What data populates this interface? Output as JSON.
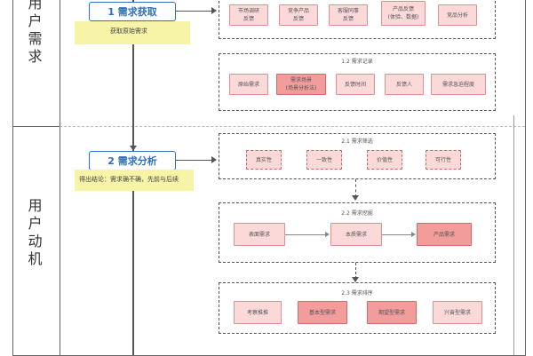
{
  "lanes": [
    {
      "label": "用户需求"
    },
    {
      "label": "用户动机"
    }
  ],
  "steps": [
    {
      "label": "1 需求获取",
      "note": "获取原始需求"
    },
    {
      "label": "2 需求分析",
      "note": "得出结论：需求确不确，先前与后续"
    }
  ],
  "groups": {
    "g11": {
      "title": "",
      "items": [
        "市场调研\n反馈",
        "竞争产品\n反馈",
        "客服同事\n反馈",
        "产品反馈\n(体验、数据)",
        "竞品分析"
      ]
    },
    "g12": {
      "title": "1.2 需求记录",
      "items": [
        "原始需求",
        "需求场景\n(场景分析法)",
        "反馈时间",
        "反馈人",
        "需求急迫程度"
      ]
    },
    "g21": {
      "title": "2.1 需求筛选",
      "items": [
        "真实性",
        "一致性",
        "价值性",
        "可行性"
      ]
    },
    "g22": {
      "title": "2.2 需求挖掘",
      "items": [
        "表面需求",
        "本质需求",
        "产品需求"
      ]
    },
    "g23": {
      "title": "2.3 需求排序",
      "items": [
        "考察推推",
        "基本型需求",
        "期望型需求",
        "兴奋型需求"
      ]
    }
  }
}
